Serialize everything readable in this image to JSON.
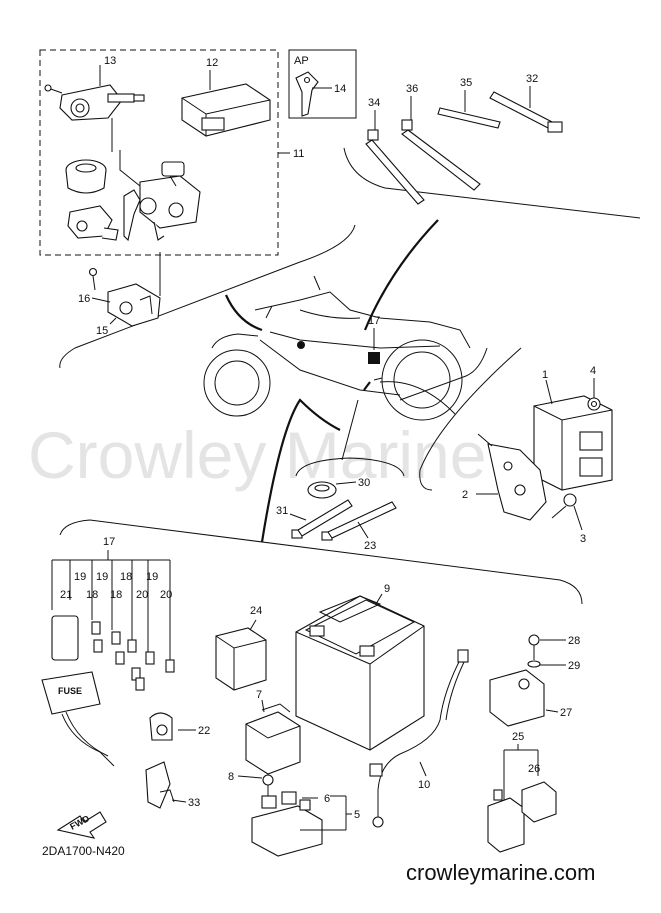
{
  "watermark": "Crowley Marine",
  "website": "crowleymarine.com",
  "drawing_code": "2DA1700-N420",
  "fwd_label": "FWD",
  "ap_label": "AP",
  "fuse_text": "FUSE",
  "callouts": {
    "p1": "1",
    "p2": "2",
    "p3": "3",
    "p4": "4",
    "p5": "5",
    "p6": "6",
    "p7": "7",
    "p8": "8",
    "p9": "9",
    "p10": "10",
    "p11": "11",
    "p12": "12",
    "p13": "13",
    "p14": "14",
    "p15": "15",
    "p16": "16",
    "p17_bike": "17",
    "p17_fuse": "17",
    "p18a": "18",
    "p18b": "18",
    "p18c": "18",
    "p19a": "19",
    "p19b": "19",
    "p19c": "19",
    "p20a": "20",
    "p20b": "20",
    "p21": "21",
    "p22": "22",
    "p23": "23",
    "p24": "24",
    "p25": "25",
    "p26": "26",
    "p27": "27",
    "p28": "28",
    "p29": "29",
    "p30": "30",
    "p31": "31",
    "p32": "32",
    "p33": "33",
    "p34": "34",
    "p35": "35",
    "p36": "36"
  }
}
